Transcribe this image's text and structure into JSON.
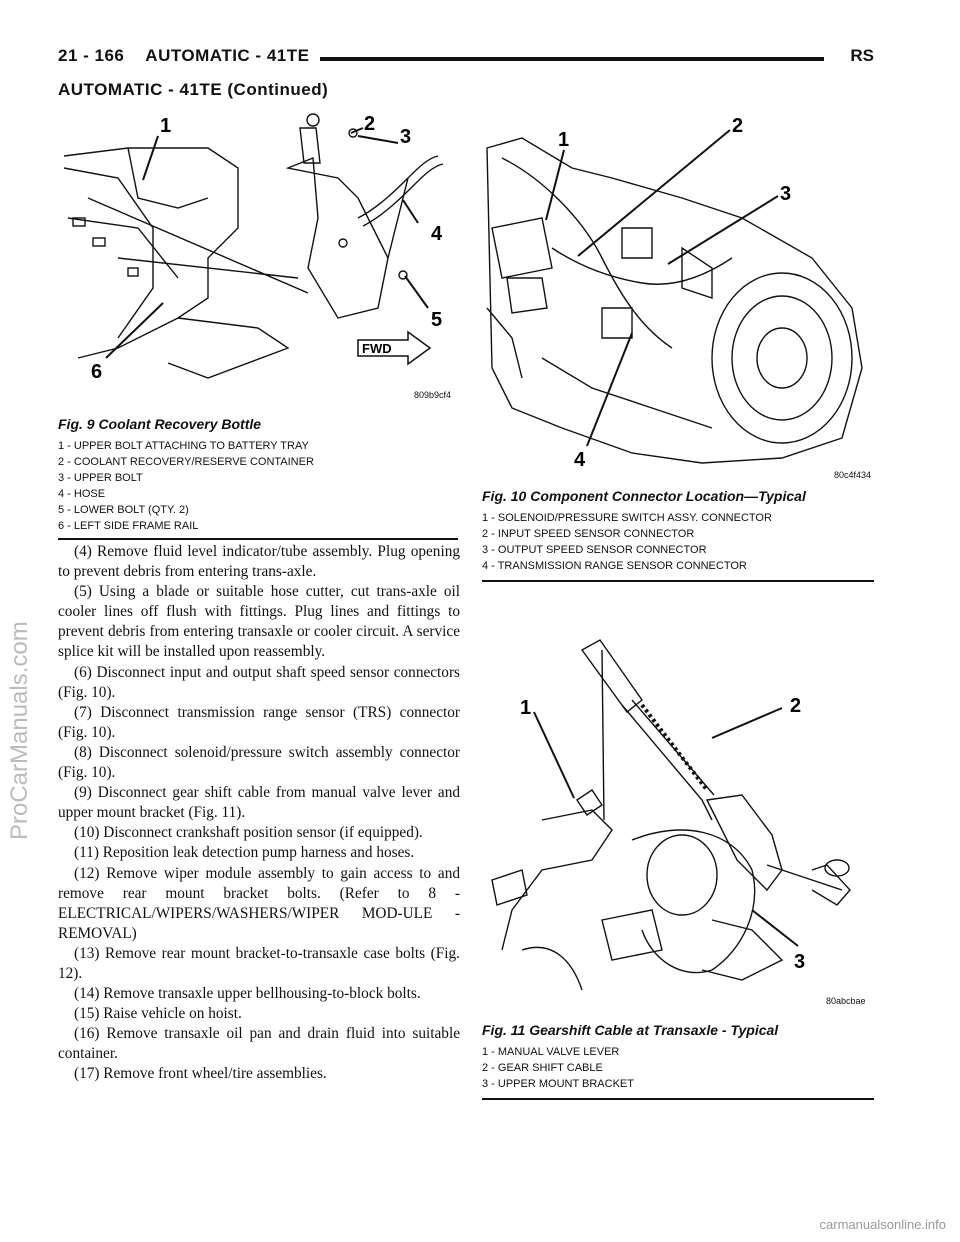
{
  "header": {
    "page_num": "21 - 166",
    "section": "AUTOMATIC - 41TE",
    "code": "RS"
  },
  "section_title": "AUTOMATIC - 41TE (Continued)",
  "fig9": {
    "title": "Fig. 9 Coolant Recovery Bottle",
    "code": "809b9cf4",
    "fwd": "FWD",
    "callouts": [
      "1",
      "2",
      "3",
      "4",
      "5",
      "6"
    ],
    "legend": [
      "1 - UPPER BOLT ATTACHING TO BATTERY TRAY",
      "2 - COOLANT RECOVERY/RESERVE CONTAINER",
      "3 - UPPER BOLT",
      "4 - HOSE",
      "5 - LOWER BOLT (QTY. 2)",
      "6 - LEFT SIDE FRAME RAIL"
    ]
  },
  "fig10": {
    "title": "Fig. 10 Component Connector Location—Typical",
    "code": "80c4f434",
    "callouts": [
      "1",
      "2",
      "3",
      "4"
    ],
    "legend": [
      "1 - SOLENOID/PRESSURE SWITCH ASSY. CONNECTOR",
      "2 - INPUT SPEED SENSOR CONNECTOR",
      "3 - OUTPUT SPEED SENSOR CONNECTOR",
      "4 - TRANSMISSION RANGE SENSOR CONNECTOR"
    ]
  },
  "fig11": {
    "title": "Fig. 11 Gearshift Cable at Transaxle - Typical",
    "code": "80abcbae",
    "callouts": [
      "1",
      "2",
      "3"
    ],
    "legend": [
      "1 - MANUAL VALVE LEVER",
      "2 - GEAR SHIFT CABLE",
      "3 - UPPER MOUNT BRACKET"
    ]
  },
  "steps": [
    "(4) Remove fluid level indicator/tube assembly. Plug opening to prevent debris from entering trans-axle.",
    "(5) Using a blade or suitable hose cutter, cut trans-axle oil cooler lines off flush with fittings. Plug lines and fittings to prevent debris from entering transaxle or cooler circuit. A service splice kit will be installed upon reassembly.",
    "(6) Disconnect input and output shaft speed sensor connectors (Fig. 10).",
    "(7) Disconnect transmission range sensor (TRS) connector (Fig. 10).",
    "(8) Disconnect solenoid/pressure switch assembly connector (Fig. 10).",
    "(9) Disconnect gear shift cable from manual valve lever and upper mount bracket (Fig. 11).",
    "(10) Disconnect crankshaft position sensor (if equipped).",
    "(11) Reposition leak detection pump harness and hoses.",
    "(12) Remove wiper module assembly to gain access to and remove rear mount bracket bolts. (Refer to 8 - ELECTRICAL/WIPERS/WASHERS/WIPER MOD-ULE - REMOVAL)",
    "(13) Remove rear mount bracket-to-transaxle case bolts (Fig. 12).",
    "(14) Remove transaxle upper bellhousing-to-block bolts.",
    "(15) Raise vehicle on hoist.",
    "(16) Remove transaxle oil pan and drain fluid into suitable container.",
    "(17) Remove front wheel/tire assemblies."
  ],
  "watermark": "ProCarManuals.com",
  "footer": "carmanualsonline.info"
}
